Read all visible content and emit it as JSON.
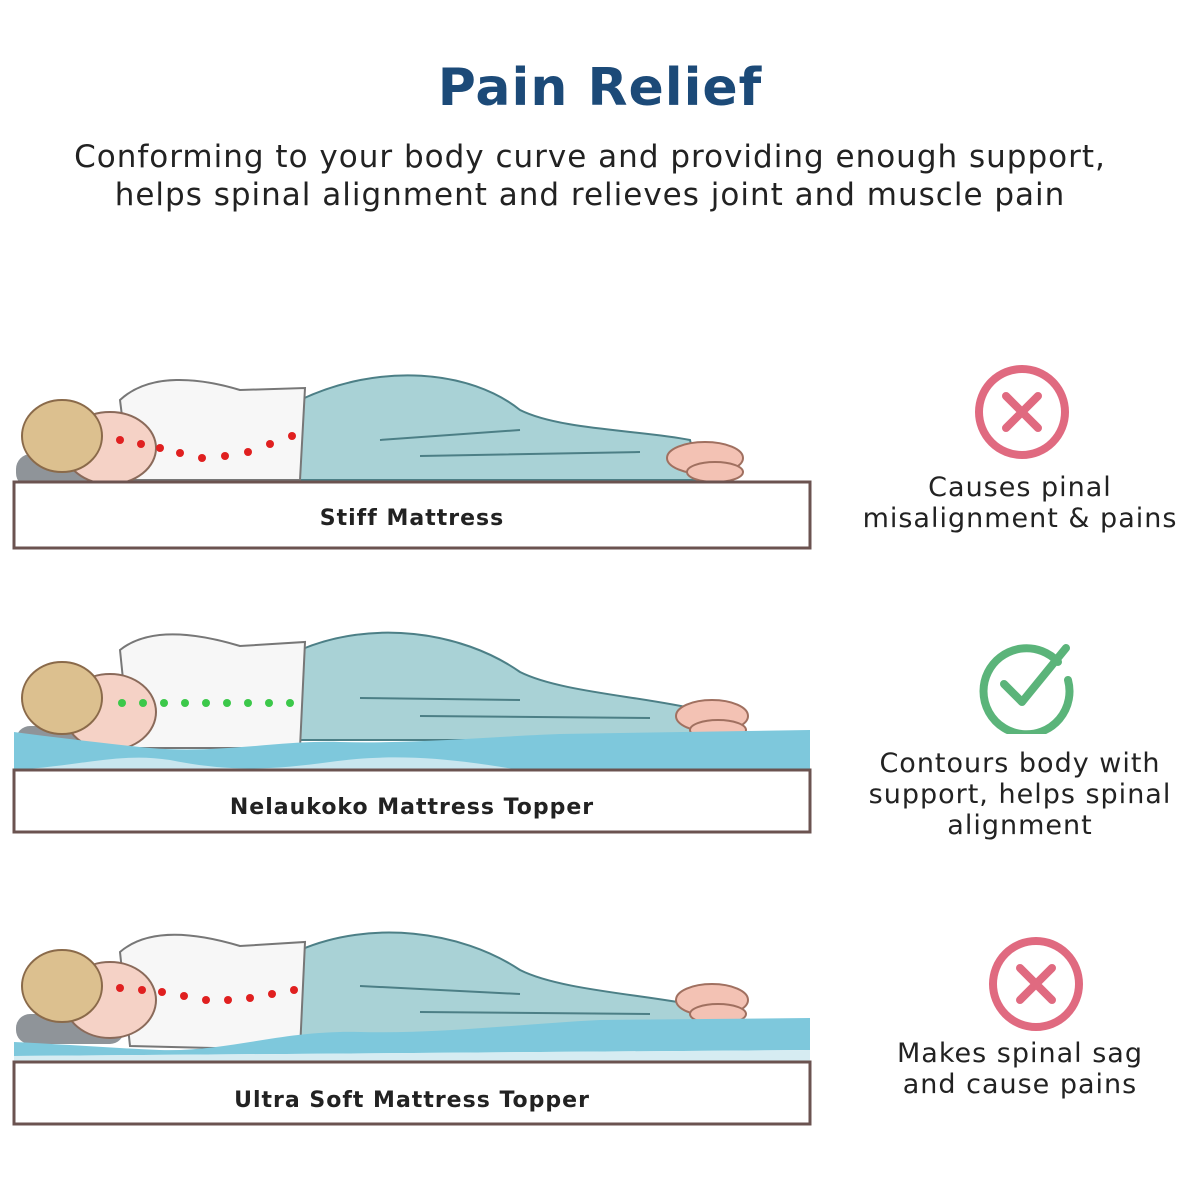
{
  "header": {
    "title": "Pain Relief",
    "subtitle_line1": "Conforming to your body curve and providing enough support,",
    "subtitle_line2": "helps spinal alignment and relieves joint and muscle pain"
  },
  "rows": [
    {
      "mattress_label": "Stiff Mattress",
      "verdict_icon": "x-circle-icon",
      "verdict_color": "#e06a80",
      "caption_line1": "Causes pinal",
      "caption_line2": "misalignment & pains",
      "caption_line3": ""
    },
    {
      "mattress_label": "Nelaukoko Mattress Topper",
      "verdict_icon": "check-circle-icon",
      "verdict_color": "#5bb47a",
      "caption_line1": "Contours body with",
      "caption_line2": "support, helps spinal",
      "caption_line3": "alignment"
    },
    {
      "mattress_label": "Ultra Soft Mattress Topper",
      "verdict_icon": "x-circle-icon",
      "verdict_color": "#e06a80",
      "caption_line1": "Makes spinal sag",
      "caption_line2": "and cause pains",
      "caption_line3": ""
    }
  ],
  "colors": {
    "title": "#1c4a78",
    "topper_blue": "#7ec8dc",
    "pajama": "#a9d2d6",
    "spine_bad": "#e02020",
    "spine_good": "#3cc84a"
  }
}
